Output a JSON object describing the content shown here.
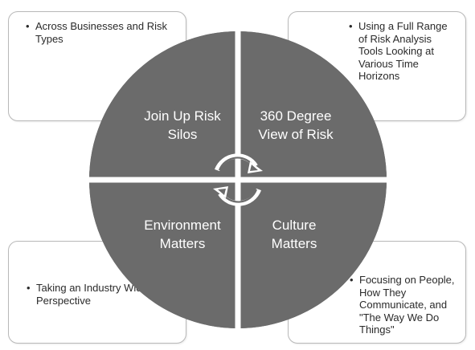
{
  "quadrants": {
    "top_left": {
      "line1": "Join Up Risk",
      "line2": "Silos"
    },
    "top_right": {
      "line1": "360 Degree",
      "line2": "View of Risk"
    },
    "bottom_left": {
      "line1": "Environment",
      "line2": "Matters"
    },
    "bottom_right": {
      "line1": "Culture",
      "line2": "Matters"
    }
  },
  "callouts": {
    "top_left": [
      "Across Businesses and Risk Types"
    ],
    "top_right": [
      "Using a Full Range of Risk Analysis Tools Looking at Various Time Horizons"
    ],
    "bottom_left": [
      "Taking an Industry Wide Perspective"
    ],
    "bottom_right": [
      "Focusing on People, How They Communicate, and \"The Way We Do Things\""
    ]
  },
  "icons": {
    "center": "cycle-arrows-icon"
  },
  "colors": {
    "quadrant_fill": "#6b6b6b",
    "divider": "#ffffff",
    "callout_border": "#b8b8b8",
    "text": "#2a2a2a"
  }
}
